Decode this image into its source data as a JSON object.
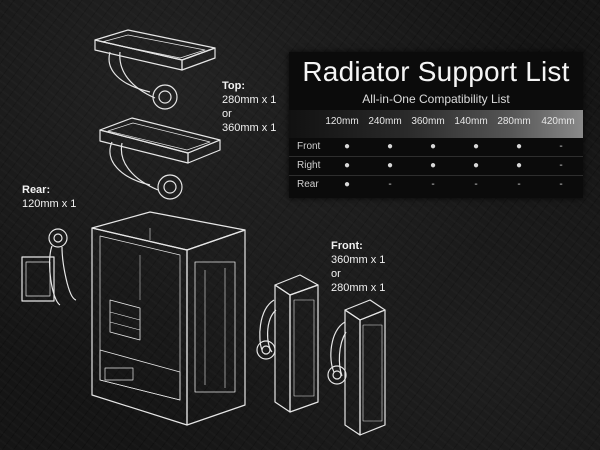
{
  "labels": {
    "top": {
      "heading": "Top:",
      "lines": [
        "280mm x 1",
        "or",
        "360mm x 1"
      ]
    },
    "rear": {
      "heading": "Rear:",
      "lines": [
        "120mm x 1"
      ]
    },
    "front": {
      "heading": "Front:",
      "lines": [
        "360mm x 1",
        "or",
        "280mm x 1"
      ]
    }
  },
  "table": {
    "title": "Radiator Support List",
    "subtitle": "All-in-One Compatibility List",
    "columns": [
      "120mm",
      "240mm",
      "360mm",
      "140mm",
      "280mm",
      "420mm"
    ],
    "rows": [
      {
        "label": "Front",
        "cells": [
          "●",
          "●",
          "●",
          "●",
          "●",
          "-"
        ]
      },
      {
        "label": "Right",
        "cells": [
          "●",
          "●",
          "●",
          "●",
          "●",
          "-"
        ]
      },
      {
        "label": "Rear",
        "cells": [
          "●",
          "-",
          "-",
          "-",
          "-",
          "-"
        ]
      }
    ]
  }
}
